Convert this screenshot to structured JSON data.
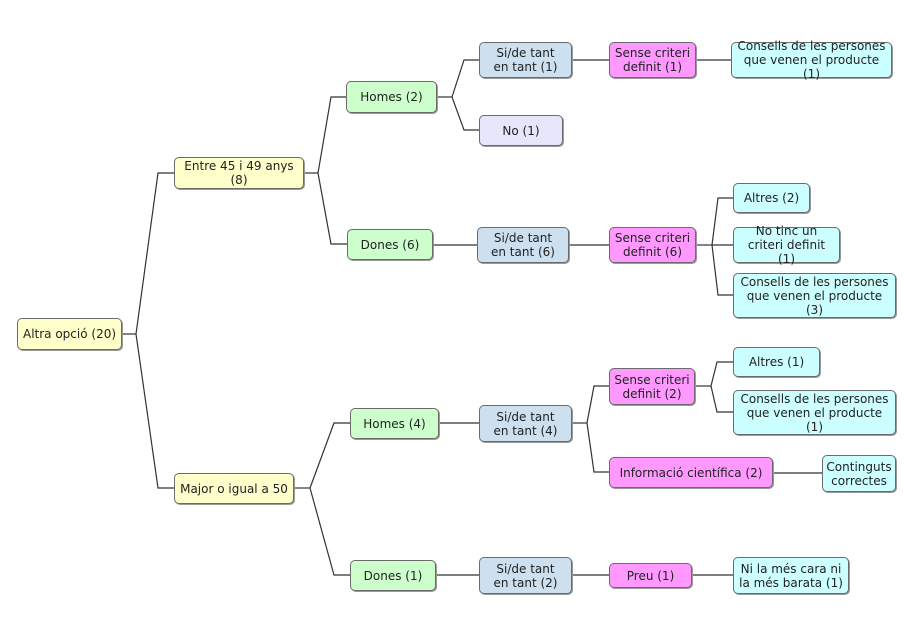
{
  "root": {
    "label": "Altra opció (20)"
  },
  "age_groups": [
    {
      "label": "Entre 45 i 49 anys (8)",
      "genders": [
        {
          "label": "Homes (2)",
          "answers": [
            {
              "label": "Si/de tant\nen tant (1)",
              "criteria": [
                {
                  "label": "Sense criteri\ndefinit (1)",
                  "details": [
                    {
                      "label": "Consells de les persones\nque venen el producte (1)"
                    }
                  ]
                }
              ]
            },
            {
              "label": "No (1)",
              "criteria": []
            }
          ]
        },
        {
          "label": "Dones (6)",
          "answers": [
            {
              "label": "Si/de tant\nen tant (6)",
              "criteria": [
                {
                  "label": "Sense criteri\ndefinit (6)",
                  "details": [
                    {
                      "label": "Altres (2)"
                    },
                    {
                      "label": "No tinc un\ncriteri definit (1)"
                    },
                    {
                      "label": "Consells de les persones\nque venen el producte (3)"
                    }
                  ]
                }
              ]
            }
          ]
        }
      ]
    },
    {
      "label": "Major o igual a 50",
      "genders": [
        {
          "label": "Homes (4)",
          "answers": [
            {
              "label": "Si/de tant\nen tant (4)",
              "criteria": [
                {
                  "label": "Sense criteri\ndefinit (2)",
                  "details": [
                    {
                      "label": "Altres (1)"
                    },
                    {
                      "label": "Consells de les persones\nque venen el producte (1)"
                    }
                  ]
                },
                {
                  "label": "Informació científica (2)",
                  "details": [
                    {
                      "label": "Continguts\ncorrectes"
                    }
                  ]
                }
              ]
            }
          ]
        },
        {
          "label": "Dones (1)",
          "answers": [
            {
              "label": "Si/de tant\nen tant (2)",
              "criteria": [
                {
                  "label": "Preu (1)",
                  "details": [
                    {
                      "label": "Ni la més cara ni\nla més barata (1)"
                    }
                  ]
                }
              ]
            }
          ]
        }
      ]
    }
  ],
  "colors": {
    "root": "#ffffcc",
    "age": "#ffffcc",
    "gender": "#ccffcc",
    "answer": "#cce0f0",
    "answer_no": "#e6e6fa",
    "criteria": "#ff99ff",
    "detail": "#ccffff",
    "line": "#333333"
  }
}
